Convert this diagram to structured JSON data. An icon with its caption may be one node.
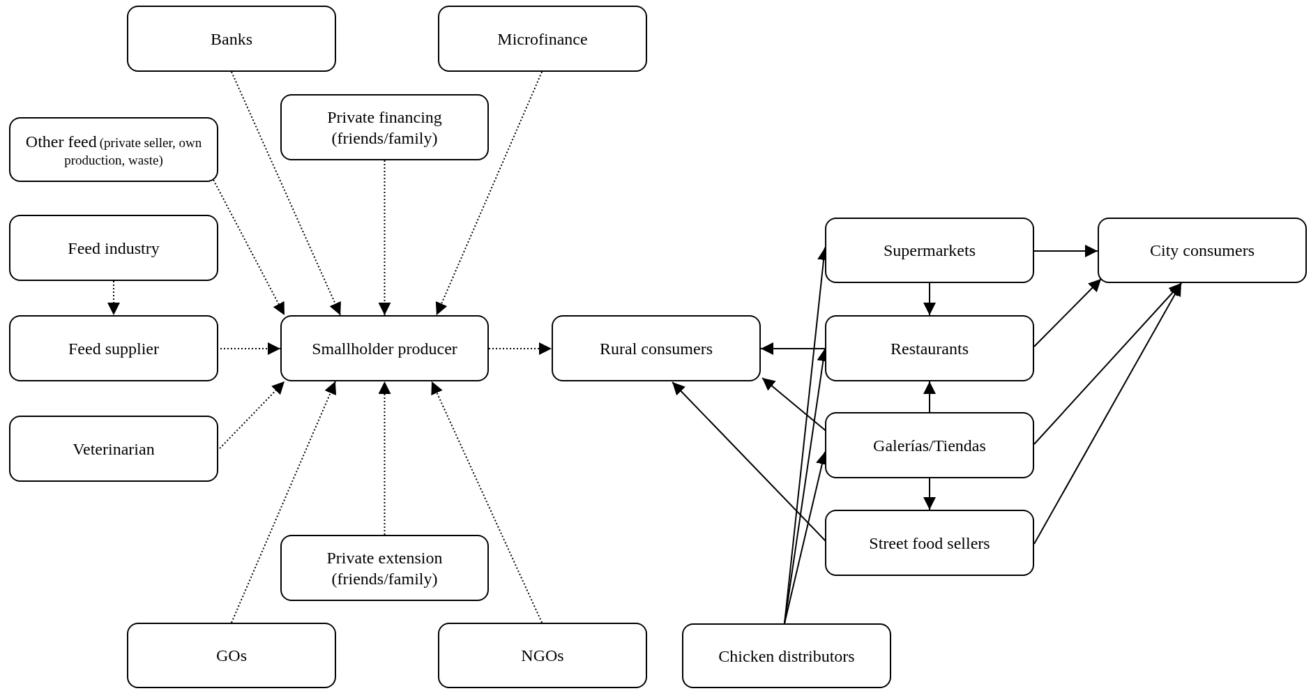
{
  "diagram": {
    "nodes": [
      {
        "text": [
          "Banks"
        ]
      },
      {
        "text": [
          "Microfinance"
        ]
      },
      {
        "text": [
          "Other feed",
          "(private seller, own production, waste)"
        ]
      },
      {
        "text": [
          "Private financing (friends/family)"
        ]
      },
      {
        "text": [
          "Feed industry"
        ]
      },
      {
        "text": [
          "Feed supplier"
        ]
      },
      {
        "text": [
          "Smallholder producer"
        ]
      },
      {
        "text": [
          "Veterinarian"
        ]
      },
      {
        "text": [
          "Private extension (friends/family)"
        ]
      },
      {
        "text": [
          "GOs"
        ]
      },
      {
        "text": [
          "NGOs"
        ]
      },
      {
        "text": [
          "Rural consumers"
        ]
      },
      {
        "text": [
          "Supermarkets"
        ]
      },
      {
        "text": [
          "City consumers"
        ]
      },
      {
        "text": [
          "Restaurants"
        ]
      },
      {
        "text": [
          "Galerías/Tiendas"
        ]
      },
      {
        "text": [
          "Street food sellers"
        ]
      },
      {
        "text": [
          "Chicken distributors"
        ]
      }
    ],
    "edges": [
      {
        "from": 0,
        "to": 6,
        "arrow": "to",
        "style": "dashed"
      },
      {
        "from": 1,
        "to": 6,
        "arrow": "to",
        "style": "dashed"
      },
      {
        "from": 2,
        "to": 6,
        "arrow": "to",
        "style": "dashed"
      },
      {
        "from": 3,
        "to": 6,
        "arrow": "to",
        "style": "dashed"
      },
      {
        "from": 4,
        "to": 5,
        "arrow": "to",
        "style": "dashed"
      },
      {
        "from": 5,
        "to": 6,
        "arrow": "to",
        "style": "dashed"
      },
      {
        "from": 7,
        "to": 6,
        "arrow": "to",
        "style": "dashed"
      },
      {
        "from": 8,
        "to": 6,
        "arrow": "to",
        "style": "dashed"
      },
      {
        "from": 9,
        "to": 6,
        "arrow": "to",
        "style": "dashed"
      },
      {
        "from": 10,
        "to": 6,
        "arrow": "to",
        "style": "dashed"
      },
      {
        "from": 6,
        "to": 11,
        "arrow": "to",
        "style": "dashed"
      },
      {
        "from": 12,
        "to": 13,
        "arrow": "to"
      },
      {
        "from": 12,
        "to": 14,
        "arrow": "to"
      },
      {
        "from": 14,
        "to": 11,
        "arrow": "to"
      },
      {
        "from": 14,
        "to": 13,
        "arrow": "to"
      },
      {
        "from": 15,
        "to": 14,
        "arrow": "to"
      },
      {
        "from": 15,
        "to": 11,
        "arrow": "to"
      },
      {
        "from": 15,
        "to": 13,
        "arrow": "to"
      },
      {
        "from": 15,
        "to": 16,
        "arrow": "to"
      },
      {
        "from": 16,
        "to": 11,
        "arrow": "to"
      },
      {
        "from": 16,
        "to": 13,
        "arrow": "to"
      },
      {
        "from": 17,
        "to": 12,
        "arrow": "to"
      },
      {
        "from": 17,
        "to": 14,
        "arrow": "to"
      },
      {
        "from": 17,
        "to": 15,
        "arrow": "to"
      }
    ]
  }
}
